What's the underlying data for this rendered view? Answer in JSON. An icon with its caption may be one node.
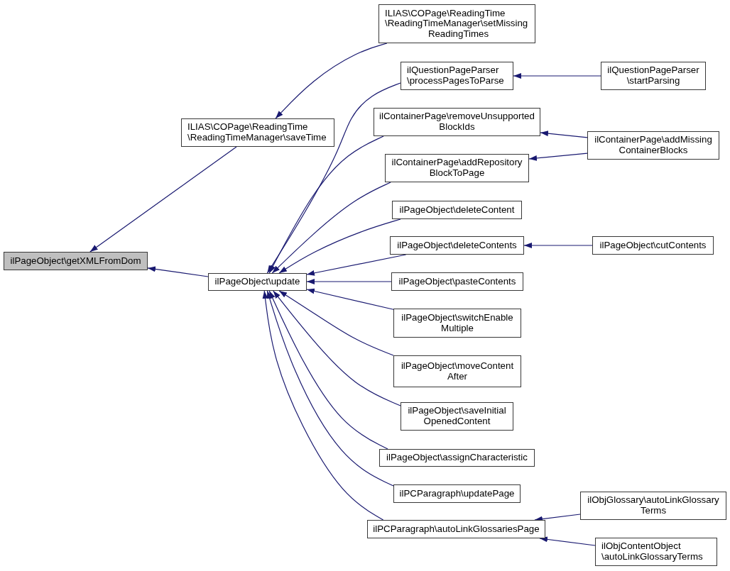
{
  "diagram": {
    "nodes": [
      {
        "text": [
          "ilPageObject\\getXMLFromDom"
        ]
      },
      {
        "text": [
          "ILIAS\\COPage\\ReadingTime \\ReadingTimeManager\\saveTime"
        ]
      },
      {
        "text": [
          "ILIAS\\COPage\\ReadingTime \\ReadingTimeManager\\setMissing ReadingTimes"
        ]
      },
      {
        "text": [
          "ilPageObject\\update"
        ]
      },
      {
        "text": [
          "ilQuestionPageParser \\processPagesToParse"
        ]
      },
      {
        "text": [
          "ilQuestionPageParser \\startParsing"
        ]
      },
      {
        "text": [
          "ilContainerPage\\removeUnsupported BlockIds"
        ]
      },
      {
        "text": [
          "ilContainerPage\\addMissing ContainerBlocks"
        ]
      },
      {
        "text": [
          "ilContainerPage\\addRepository BlockToPage"
        ]
      },
      {
        "text": [
          "ilPageObject\\deleteContent"
        ]
      },
      {
        "text": [
          "ilPageObject\\deleteContents"
        ]
      },
      {
        "text": [
          "ilPageObject\\cutContents"
        ]
      },
      {
        "text": [
          "ilPageObject\\pasteContents"
        ]
      },
      {
        "text": [
          "ilPageObject\\switchEnable Multiple"
        ]
      },
      {
        "text": [
          "ilPageObject\\moveContent After"
        ]
      },
      {
        "text": [
          "ilPageObject\\saveInitial OpenedContent"
        ]
      },
      {
        "text": [
          "ilPageObject\\assignCharacteristic"
        ]
      },
      {
        "text": [
          "ilPCParagraph\\updatePage"
        ]
      },
      {
        "text": [
          "ilPCParagraph\\autoLinkGlossariesPage"
        ]
      },
      {
        "text": [
          "ilObjGlossary\\autoLinkGlossary Terms"
        ]
      },
      {
        "text": [
          "ilObjContentObject \\autoLinkGlossaryTerms"
        ]
      }
    ],
    "edges": [
      {
        "from": 1,
        "to": 0,
        "arrow": "to"
      },
      {
        "from": 2,
        "to": 1,
        "arrow": "to"
      },
      {
        "from": 3,
        "to": 0,
        "arrow": "to"
      },
      {
        "from": 4,
        "to": 3,
        "arrow": "to"
      },
      {
        "from": 5,
        "to": 4,
        "arrow": "to"
      },
      {
        "from": 6,
        "to": 3,
        "arrow": "to"
      },
      {
        "from": 7,
        "to": 6,
        "arrow": "to"
      },
      {
        "from": 7,
        "to": 8,
        "arrow": "to"
      },
      {
        "from": 8,
        "to": 3,
        "arrow": "to"
      },
      {
        "from": 9,
        "to": 3,
        "arrow": "to"
      },
      {
        "from": 10,
        "to": 3,
        "arrow": "to"
      },
      {
        "from": 11,
        "to": 10,
        "arrow": "to"
      },
      {
        "from": 12,
        "to": 3,
        "arrow": "to"
      },
      {
        "from": 13,
        "to": 3,
        "arrow": "to"
      },
      {
        "from": 14,
        "to": 3,
        "arrow": "to"
      },
      {
        "from": 15,
        "to": 3,
        "arrow": "to"
      },
      {
        "from": 16,
        "to": 3,
        "arrow": "to"
      },
      {
        "from": 17,
        "to": 3,
        "arrow": "to"
      },
      {
        "from": 18,
        "to": 3,
        "arrow": "to"
      },
      {
        "from": 19,
        "to": 18,
        "arrow": "to"
      },
      {
        "from": 20,
        "to": 18,
        "arrow": "to"
      }
    ]
  }
}
